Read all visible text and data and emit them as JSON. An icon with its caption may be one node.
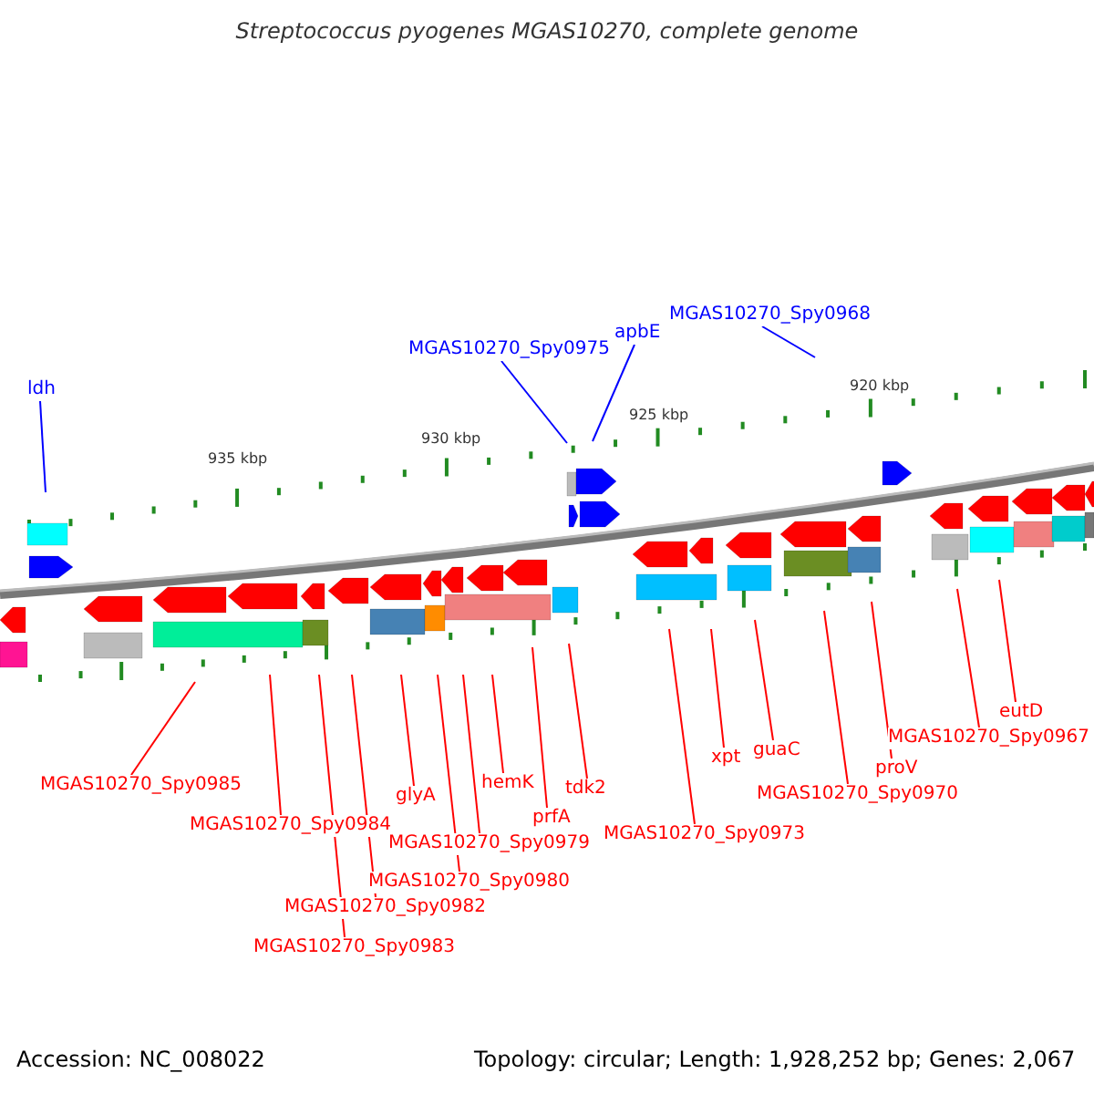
{
  "diagram": {
    "title": "Streptococcus pyogenes MGAS10270, complete genome",
    "nodes": [
      {
        "text": [
          "ldh"
        ]
      },
      {
        "text": [
          "MGAS10270_Spy0975"
        ]
      },
      {
        "text": [
          "apbE"
        ]
      },
      {
        "text": [
          "MGAS10270_Spy0968"
        ]
      },
      {
        "text": [
          "MGAS10270_Spy0985"
        ]
      },
      {
        "text": [
          "MGAS10270_Spy0984"
        ]
      },
      {
        "text": [
          "MGAS10270_Spy0983"
        ]
      },
      {
        "text": [
          "MGAS10270_Spy0982"
        ]
      },
      {
        "text": [
          "glyA"
        ]
      },
      {
        "text": [
          "MGAS10270_Spy0980"
        ]
      },
      {
        "text": [
          "MGAS10270_Spy0979"
        ]
      },
      {
        "text": [
          "hemK"
        ]
      },
      {
        "text": [
          "prfA"
        ]
      },
      {
        "text": [
          "tdk2"
        ]
      },
      {
        "text": [
          "MGAS10270_Spy0973"
        ]
      },
      {
        "text": [
          "xpt"
        ]
      },
      {
        "text": [
          "guaC"
        ]
      },
      {
        "text": [
          "MGAS10270_Spy0970"
        ]
      },
      {
        "text": [
          "proV"
        ]
      },
      {
        "text": [
          "MGAS10270_Spy0967"
        ]
      },
      {
        "text": [
          "eutD"
        ]
      }
    ],
    "edges": [
      {
        "from": 0,
        "to": null,
        "arrow": "none",
        "color": "#0000ff"
      },
      {
        "from": 1,
        "to": null,
        "arrow": "none",
        "color": "#0000ff"
      },
      {
        "from": 2,
        "to": null,
        "arrow": "none",
        "color": "#0000ff"
      },
      {
        "from": 3,
        "to": null,
        "arrow": "none",
        "color": "#0000ff"
      },
      {
        "from": 4,
        "to": null,
        "arrow": "none"
      },
      {
        "from": 5,
        "to": null,
        "arrow": "none"
      },
      {
        "from": 6,
        "to": null,
        "arrow": "none"
      },
      {
        "from": 7,
        "to": null,
        "arrow": "none"
      },
      {
        "from": 8,
        "to": null,
        "arrow": "none"
      },
      {
        "from": 9,
        "to": null,
        "arrow": "none"
      },
      {
        "from": 10,
        "to": null,
        "arrow": "none"
      },
      {
        "from": 11,
        "to": null,
        "arrow": "none"
      },
      {
        "from": 12,
        "to": null,
        "arrow": "none"
      },
      {
        "from": 13,
        "to": null,
        "arrow": "none"
      },
      {
        "from": 14,
        "to": null,
        "arrow": "none"
      },
      {
        "from": 15,
        "to": null,
        "arrow": "none"
      },
      {
        "from": 16,
        "to": null,
        "arrow": "none"
      },
      {
        "from": 17,
        "to": null,
        "arrow": "none"
      },
      {
        "from": 18,
        "to": null,
        "arrow": "none"
      },
      {
        "from": 19,
        "to": null,
        "arrow": "none"
      },
      {
        "from": 20,
        "to": null,
        "arrow": "none"
      }
    ],
    "labels": [
      "935 kbp",
      "930 kbp",
      "925 kbp",
      "920 kbp",
      "Accession: NC_008022",
      "Topology: circular; Length: 1,928,252 bp; Genes: 2,067"
    ]
  }
}
